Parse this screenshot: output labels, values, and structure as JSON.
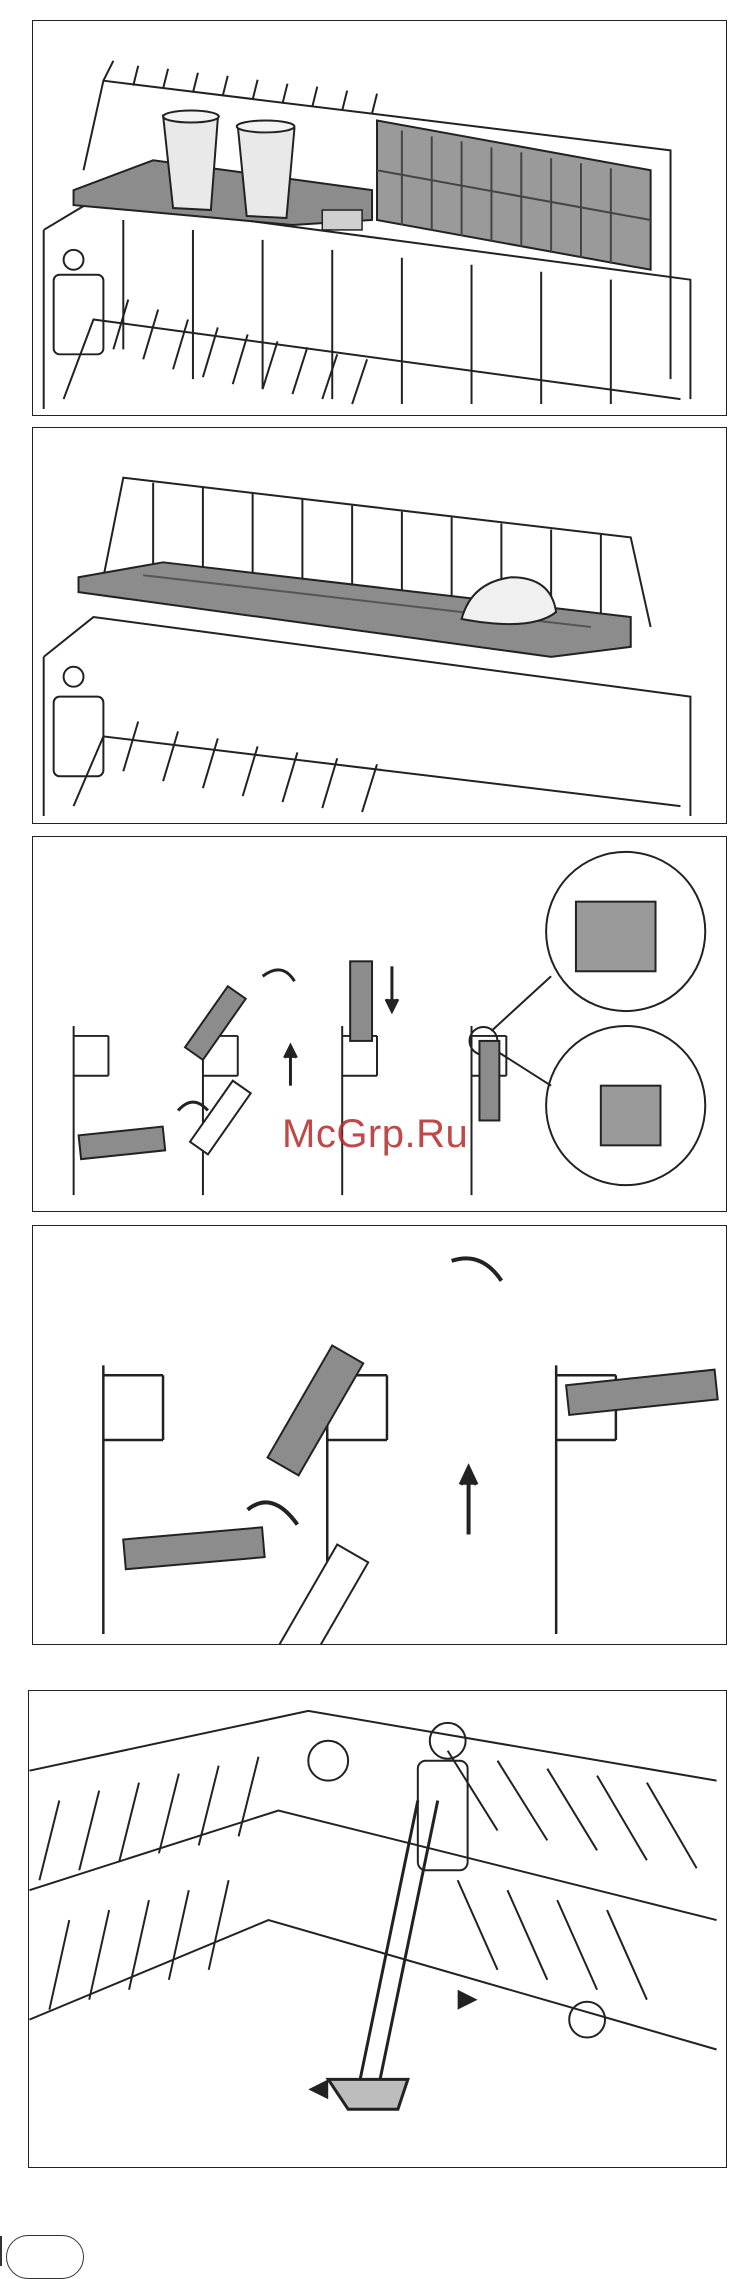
{
  "watermark": {
    "text": "McGrp.Ru",
    "color": "#b52a2a"
  },
  "panels": [
    {
      "id": "p1",
      "content": "cup-shelf-with-cups-and-cutlery-basket"
    },
    {
      "id": "p2",
      "content": "cup-shelf-with-bowl"
    },
    {
      "id": "p3",
      "content": "folding-shelf-steps-with-detail-circles"
    },
    {
      "id": "p4",
      "content": "folding-shelf-steps-enlarged"
    },
    {
      "id": "p5",
      "content": "rack-adjustment-handle"
    }
  ],
  "icons": [
    "arrow-curved-icon",
    "arrow-up-icon",
    "arrow-down-icon",
    "arrow-double-icon"
  ],
  "colors": {
    "line": "#222222",
    "shelf": "#8c8c8c",
    "cup": "#e9e9e9"
  }
}
